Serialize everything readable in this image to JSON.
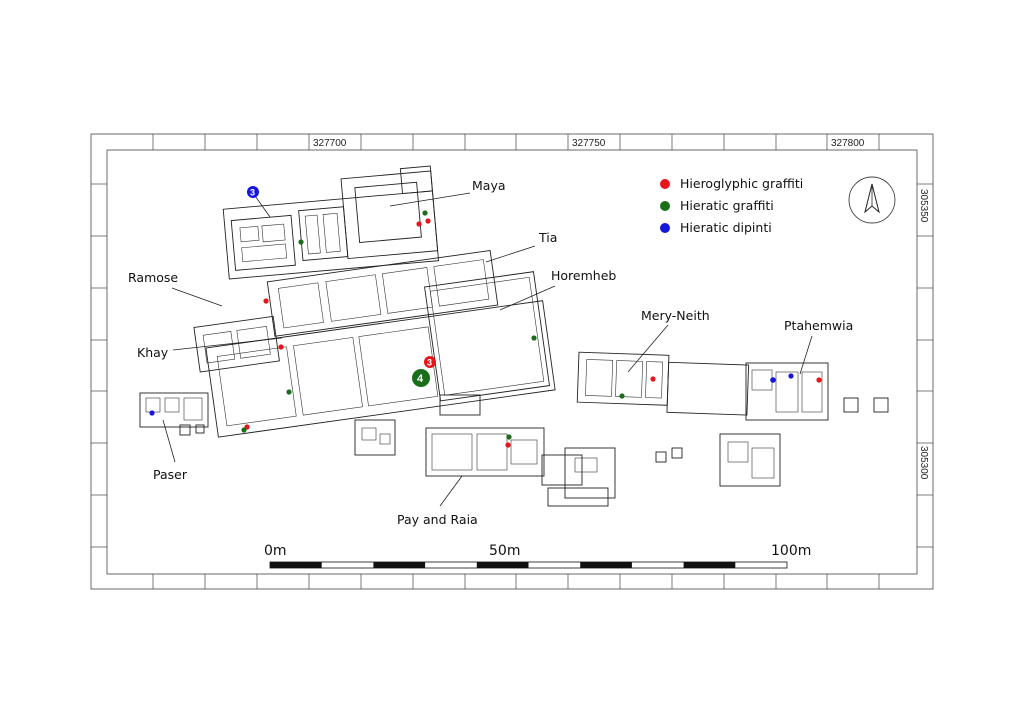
{
  "grid": {
    "x_labels": [
      "327700",
      "327750",
      "327800"
    ],
    "y_labels": [
      "305350",
      "305300"
    ]
  },
  "tombs": {
    "maya": "Maya",
    "tia": "Tia",
    "ramose": "Ramose",
    "horemheb": "Horemheb",
    "khay": "Khay",
    "mery_neith": "Mery-Neith",
    "ptahemwia": "Ptahemwia",
    "paser": "Paser",
    "pay_and_raia": "Pay and Raia"
  },
  "legend": [
    {
      "label": "Hieroglyphic graffiti",
      "color": "#e8141b"
    },
    {
      "label": "Hieratic graffiti",
      "color": "#1a6e1a"
    },
    {
      "label": "Hieratic dipinti",
      "color": "#1515e0"
    }
  ],
  "numbered_markers": [
    {
      "number": "3",
      "type": "Hieratic dipinti",
      "color": "#1515e0"
    },
    {
      "number": "3",
      "type": "Hieroglyphic graffiti",
      "color": "#e8141b"
    },
    {
      "number": "4",
      "type": "Hieratic graffiti",
      "color": "#1a6e1a"
    }
  ],
  "scale_bar": {
    "labels": [
      "0m",
      "50m",
      "100m"
    ]
  },
  "compass": {
    "icon": "north-arrow-icon"
  }
}
